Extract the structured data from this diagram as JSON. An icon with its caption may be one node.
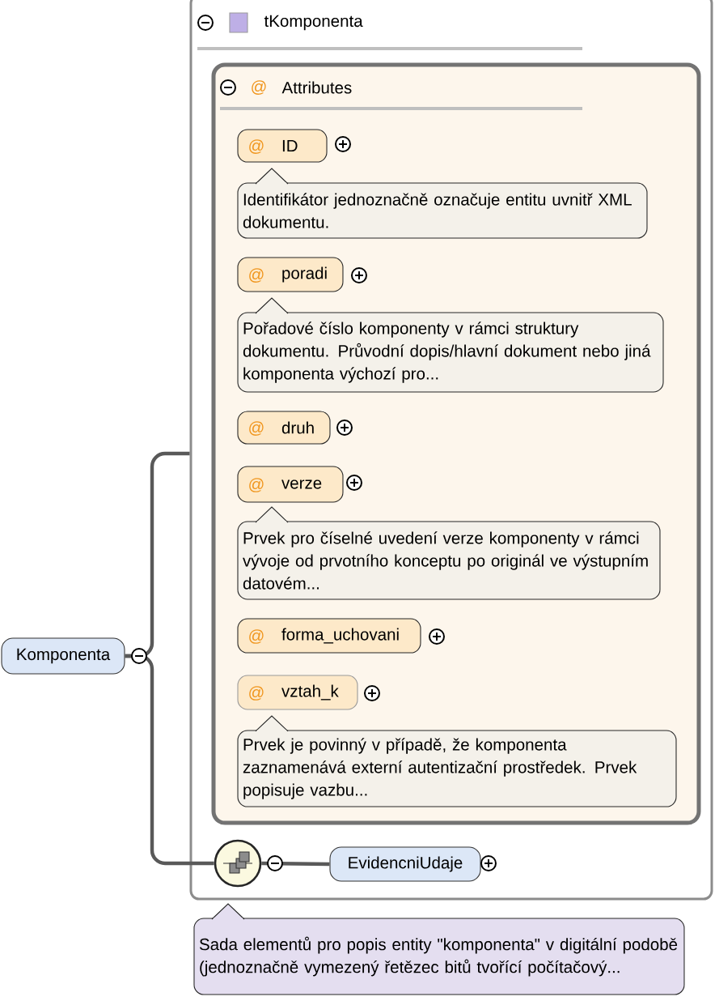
{
  "diagram": {
    "nodes": [
      {
        "text": [
          "Komponenta"
        ]
      },
      {
        "text": [
          "tKomponenta"
        ]
      },
      {
        "text": [
          "@",
          "Attributes"
        ],
        "in": 1
      },
      {
        "text": [
          "@",
          "ID"
        ],
        "in": 2
      },
      {
        "text": [
          "Identifikátor jednoznačně označuje entitu uvnitř XML dokumentu."
        ],
        "in": 2
      },
      {
        "text": [
          "@",
          "poradi"
        ],
        "in": 2
      },
      {
        "text": [
          "Pořadové číslo komponenty v rámci struktury dokumentu. Průvodní dopis/hlavní dokument nebo jiná komponenta výchozí pro..."
        ],
        "in": 2
      },
      {
        "text": [
          "@",
          "druh"
        ],
        "in": 2
      },
      {
        "text": [
          "@",
          "verze"
        ],
        "in": 2
      },
      {
        "text": [
          "Prvek pro číselné uvedení verze komponenty v rámci vývoje od prvotního konceptu po originál ve výstupním datovém..."
        ],
        "in": 2
      },
      {
        "text": [
          "@",
          "forma_uchovani"
        ],
        "in": 2
      },
      {
        "text": [
          "@",
          "vztah_k"
        ],
        "in": 2
      },
      {
        "text": [
          "Prvek je povinný v případě, že komponenta zaznamenává externí autentizační prostředek. Prvek popisuje vazbu..."
        ],
        "in": 2
      },
      {
        "text": [],
        "shape": "circle",
        "in": 1
      },
      {
        "text": [
          "EvidencniUdaje"
        ],
        "in": 1
      },
      {
        "text": [
          "Sada elementů pro popis entity \"komponenta\" v digitální podobě (jednoznačně vymezený řetězec bitů tvořící počítačový..."
        ]
      }
    ],
    "edges": [
      {
        "from": 0,
        "to": 1,
        "arrow": "none"
      },
      {
        "from": 0,
        "to": 13,
        "arrow": "none"
      },
      {
        "from": 13,
        "to": 14,
        "arrow": "none"
      }
    ]
  }
}
